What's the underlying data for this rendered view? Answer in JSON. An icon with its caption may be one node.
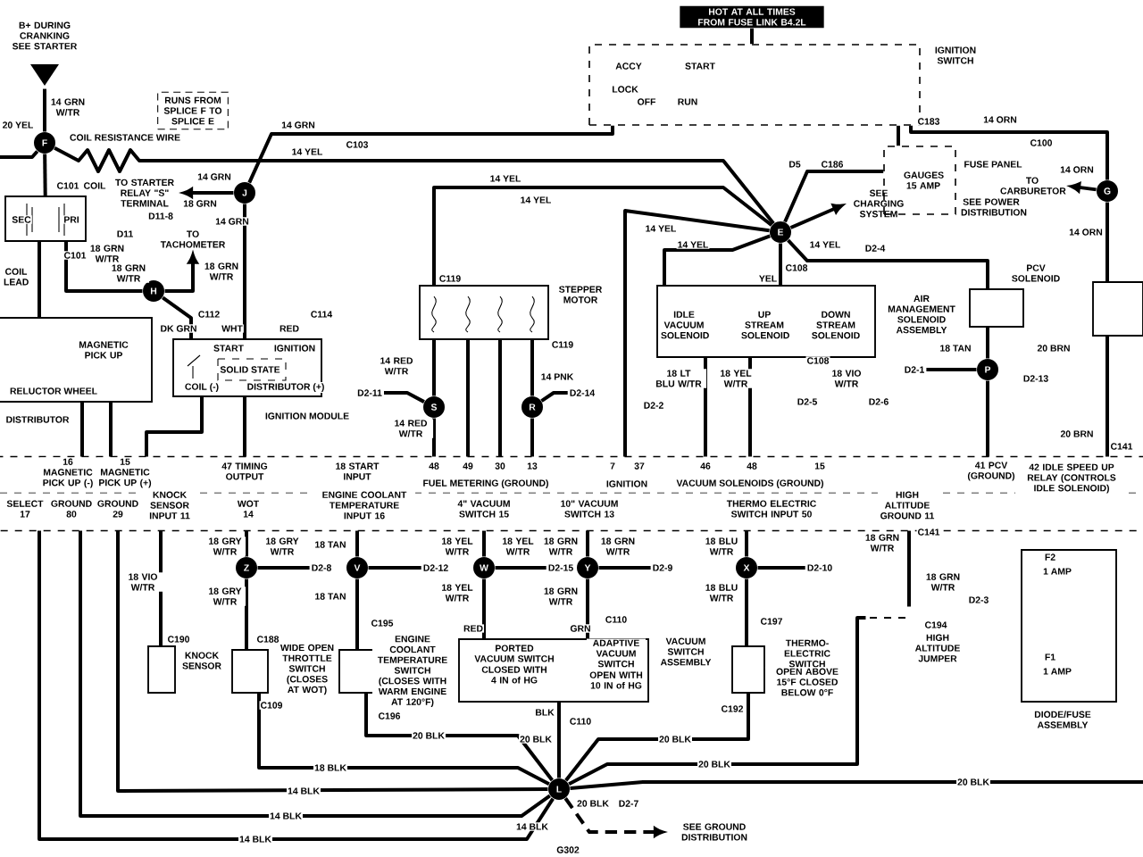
{
  "diagram": {
    "nodes": [
      {
        "text": [
          "B+ DURING CRANKING SEE STARTER"
        ]
      },
      {
        "text": [
          "F"
        ]
      },
      {
        "text": [
          "COIL",
          "SEC",
          "PRI"
        ]
      },
      {
        "text": [
          "TO STARTER RELAY \"S\" TERMINAL"
        ]
      },
      {
        "text": [
          "J"
        ]
      },
      {
        "text": [
          "TO TACHOMETER"
        ]
      },
      {
        "text": [
          "H"
        ]
      },
      {
        "text": [
          "MAGNETIC PICK UP",
          "RELUCTOR WHEEL",
          "DISTRIBUTOR"
        ]
      },
      {
        "text": [
          "START",
          "IGNITION",
          "SOLID STATE",
          "COIL (-)",
          "DISTRIBUTOR (+)",
          "IGNITION MODULE"
        ]
      },
      {
        "text": [
          "HOT AT ALL TIMES FROM FUSE LINK B4.2L"
        ]
      },
      {
        "text": [
          "ACCY",
          "START",
          "LOCK",
          "OFF",
          "RUN",
          "IGNITION SWITCH"
        ]
      },
      {
        "text": [
          "GAUGES 15 AMP",
          "FUSE PANEL",
          "SEE POWER DISTRIBUTION"
        ]
      },
      {
        "text": [
          "E"
        ]
      },
      {
        "text": [
          "SEE CHARGING SYSTEM"
        ]
      },
      {
        "text": [
          "G"
        ]
      },
      {
        "text": [
          "TO CARBURETOR"
        ]
      },
      {
        "text": [
          "STEPPER MOTOR"
        ]
      },
      {
        "text": [
          "IDLE VACUUM SOLENOID",
          "UP STREAM SOLENOID",
          "DOWN STREAM SOLENOID",
          "AIR MANAGEMENT SOLENOID ASSEMBLY"
        ]
      },
      {
        "text": [
          "PCV SOLENOID"
        ]
      },
      {
        "text": [],
        "shape": "box"
      },
      {
        "text": [
          "S"
        ]
      },
      {
        "text": [
          "R"
        ]
      },
      {
        "text": [
          "P"
        ]
      },
      {
        "text": [
          "16 MAGNETIC PICK UP (-)",
          "15 MAGNETIC PICK UP (+)",
          "47 TIMING OUTPUT",
          "18 START INPUT",
          "48",
          "49",
          "30",
          "13",
          "7",
          "37",
          "46",
          "48",
          "15",
          "41 PCV (GROUND)",
          "42 IDLE SPEED UP RELAY (CONTROLS IDLE SOLENOID)",
          "FUEL METERING (GROUND)",
          "IGNITION",
          "VACUUM SOLENOIDS (GROUND)",
          "SELECT 17",
          "GROUND 80",
          "GROUND 29",
          "KNOCK SENSOR INPUT 11",
          "WOT 14",
          "ENGINE COOLANT TEMPERATURE INPUT 16",
          "4\" VACUUM SWITCH 15",
          "10\" VACUUM SWITCH 13",
          "THERMO ELECTRIC SWITCH INPUT 50",
          "HIGH ALTITUDE GROUND 11"
        ]
      },
      {
        "text": [
          "Z"
        ]
      },
      {
        "text": [
          "V"
        ]
      },
      {
        "text": [
          "W"
        ]
      },
      {
        "text": [
          "Y"
        ]
      },
      {
        "text": [
          "X"
        ]
      },
      {
        "text": [
          "KNOCK SENSOR"
        ]
      },
      {
        "text": [
          "WIDE OPEN THROTTLE SWITCH (CLOSES AT WOT)"
        ]
      },
      {
        "text": [
          "ENGINE COOLANT TEMPERATURE SWITCH (CLOSES WITH WARM ENGINE AT 120°F)"
        ]
      },
      {
        "text": [
          "PORTED VACUUM SWITCH",
          "CLOSED WITH 4 IN of HG",
          "ADAPTIVE VACUUM SWITCH",
          "OPEN WITH 10 IN of HG",
          "VACUUM SWITCH ASSEMBLY"
        ]
      },
      {
        "text": [
          "THERMO-ELECTRIC SWITCH",
          "OPEN ABOVE 15°F CLOSED BELOW 0°F"
        ]
      },
      {
        "text": [
          "HIGH ALTITUDE JUMPER"
        ]
      },
      {
        "text": [
          "F2",
          "1 AMP",
          "F1",
          "1 AMP",
          "DIODE/FUSE ASSEMBLY"
        ]
      },
      {
        "text": [
          "L"
        ]
      },
      {
        "text": [
          "SEE GROUND DISTRIBUTION"
        ]
      },
      {
        "text": [
          "RUNS FROM SPLICE F TO SPLICE E"
        ]
      },
      {
        "text": [
          "D2-8"
        ]
      },
      {
        "text": [
          "D2-12"
        ]
      },
      {
        "text": [
          "D2-15"
        ]
      },
      {
        "text": [
          "D2-9"
        ]
      },
      {
        "text": [
          "D2-10"
        ]
      },
      {
        "text": [
          "D2-11"
        ]
      },
      {
        "text": [
          "D2-14"
        ]
      },
      {
        "text": [
          "D2-1"
        ]
      }
    ],
    "edges": [
      {
        "from": 0,
        "to": 1,
        "arrow": "none"
      },
      {
        "from": 1,
        "to": 2,
        "arrow": "none"
      },
      {
        "from": 1,
        "to": 12,
        "arrow": "none"
      },
      {
        "from": 4,
        "to": 3,
        "arrow": "to"
      },
      {
        "from": 4,
        "to": 10,
        "arrow": "none"
      },
      {
        "from": 4,
        "to": 8,
        "arrow": "none"
      },
      {
        "from": 2,
        "to": 6,
        "arrow": "none"
      },
      {
        "from": 6,
        "to": 5,
        "arrow": "to"
      },
      {
        "from": 6,
        "to": 8,
        "arrow": "none"
      },
      {
        "from": 2,
        "to": 7,
        "arrow": "none"
      },
      {
        "from": 7,
        "to": 23,
        "arrow": "none"
      },
      {
        "from": 7,
        "to": 23,
        "arrow": "none"
      },
      {
        "from": 8,
        "to": 23,
        "arrow": "none"
      },
      {
        "from": 8,
        "to": 23,
        "arrow": "none"
      },
      {
        "from": 9,
        "to": 10,
        "arrow": "none"
      },
      {
        "from": 10,
        "to": 11,
        "arrow": "none"
      },
      {
        "from": 10,
        "to": 14,
        "arrow": "none"
      },
      {
        "from": 14,
        "to": 15,
        "arrow": "to"
      },
      {
        "from": 14,
        "to": 19,
        "arrow": "none"
      },
      {
        "from": 11,
        "to": 12,
        "arrow": "none"
      },
      {
        "from": 12,
        "to": 13,
        "arrow": "to"
      },
      {
        "from": 12,
        "to": 16,
        "arrow": "none"
      },
      {
        "from": 12,
        "to": 17,
        "arrow": "none"
      },
      {
        "from": 12,
        "to": 17,
        "arrow": "none"
      },
      {
        "from": 12,
        "to": 18,
        "arrow": "none"
      },
      {
        "from": 16,
        "to": 20,
        "arrow": "none"
      },
      {
        "from": 16,
        "to": 21,
        "arrow": "none"
      },
      {
        "from": 20,
        "to": 23,
        "arrow": "none"
      },
      {
        "from": 21,
        "to": 23,
        "arrow": "none"
      },
      {
        "from": 16,
        "to": 23,
        "arrow": "none"
      },
      {
        "from": 16,
        "to": 23,
        "arrow": "none"
      },
      {
        "from": 17,
        "to": 23,
        "arrow": "none"
      },
      {
        "from": 17,
        "to": 23,
        "arrow": "none"
      },
      {
        "from": 12,
        "to": 23,
        "arrow": "none"
      },
      {
        "from": 18,
        "to": 22,
        "arrow": "none"
      },
      {
        "from": 22,
        "to": 23,
        "arrow": "none"
      },
      {
        "from": 19,
        "to": 23,
        "arrow": "none"
      },
      {
        "from": 23,
        "to": 24,
        "arrow": "none"
      },
      {
        "from": 24,
        "to": 30,
        "arrow": "none"
      },
      {
        "from": 23,
        "to": 25,
        "arrow": "none"
      },
      {
        "from": 25,
        "to": 31,
        "arrow": "none"
      },
      {
        "from": 23,
        "to": 26,
        "arrow": "none"
      },
      {
        "from": 26,
        "to": 32,
        "arrow": "none"
      },
      {
        "from": 23,
        "to": 27,
        "arrow": "none"
      },
      {
        "from": 27,
        "to": 32,
        "arrow": "none"
      },
      {
        "from": 23,
        "to": 28,
        "arrow": "none"
      },
      {
        "from": 28,
        "to": 33,
        "arrow": "none"
      },
      {
        "from": 23,
        "to": 29,
        "arrow": "none"
      },
      {
        "from": 23,
        "to": 34,
        "arrow": "none"
      },
      {
        "from": 34,
        "to": 36,
        "arrow": "none"
      },
      {
        "from": 30,
        "to": 36,
        "arrow": "none"
      },
      {
        "from": 31,
        "to": 36,
        "arrow": "none"
      },
      {
        "from": 32,
        "to": 36,
        "arrow": "none"
      },
      {
        "from": 33,
        "to": 36,
        "arrow": "none"
      },
      {
        "from": 23,
        "to": 36,
        "arrow": "none"
      },
      {
        "from": 23,
        "to": 36,
        "arrow": "none"
      },
      {
        "from": 23,
        "to": 36,
        "arrow": "none"
      },
      {
        "from": 36,
        "to": 37,
        "arrow": "to",
        "style": "dashed"
      },
      {
        "from": 36,
        "to": null,
        "arrow": "none"
      },
      {
        "from": 1,
        "to": null,
        "arrow": "none"
      },
      {
        "from": 24,
        "to": 39,
        "arrow": "none"
      },
      {
        "from": 25,
        "to": 40,
        "arrow": "none"
      },
      {
        "from": 26,
        "to": 41,
        "arrow": "none"
      },
      {
        "from": 27,
        "to": 42,
        "arrow": "none"
      },
      {
        "from": 28,
        "to": 43,
        "arrow": "none"
      },
      {
        "from": 20,
        "to": 44,
        "arrow": "none"
      },
      {
        "from": 21,
        "to": 45,
        "arrow": "none"
      },
      {
        "from": 22,
        "to": 46,
        "arrow": "none"
      }
    ],
    "labels": [
      "14 GRN W/TR",
      "COIL RESISTANCE WIRE",
      "20 YEL",
      "C101",
      "14 GRN",
      "18 GRN",
      "D11-8",
      "14 GRN",
      "D11",
      "C101",
      "18 GRN W/TR",
      "COIL LEAD",
      "18 GRN W/TR",
      "18 GRN W/TR",
      "C112",
      "DK GRN",
      "WHT",
      "RED",
      "C114",
      "14 GRN",
      "C103",
      "14 YEL",
      "14 YEL",
      "14 YEL",
      "14 YEL",
      "14 YEL",
      "C183",
      "14 ORN",
      "C100",
      "14 ORN",
      "14 ORN",
      "D5",
      "C186",
      "14 YEL",
      "D2-4",
      "C119",
      "C119",
      "14 RED W/TR",
      "14 PNK",
      "14 RED W/TR",
      "C108",
      "YEL",
      "18 LT BLU W/TR",
      "D2-2",
      "18 YEL W/TR",
      "D2-5",
      "18 VIO W/TR",
      "D2-6",
      "C108",
      "18 TAN",
      "20 BRN",
      "D2-13",
      "20 BRN",
      "C141",
      "18 GRY W/TR",
      "18 GRY W/TR",
      "18 TAN",
      "18 YEL W/TR",
      "18 YEL W/TR",
      "18 GRN W/TR",
      "18 GRN W/TR",
      "18 BLU W/TR",
      "18 GRN W/TR",
      "C141",
      "18 VIO W/TR",
      "18 GRY W/TR",
      "18 TAN",
      "18 YEL W/TR",
      "18 GRN W/TR",
      "18 BLU W/TR",
      "18 GRN W/TR",
      "D2-3",
      "C190",
      "C188",
      "C195",
      "RED",
      "GRN",
      "C110",
      "C197",
      "C194",
      "C109",
      "C196",
      "BLK",
      "C110",
      "C192",
      "20 BLK",
      "20 BLK",
      "20 BLK",
      "18 BLK",
      "20 BLK",
      "14 BLK",
      "20 BLK",
      "14 BLK",
      "20 BLK",
      "D2-7",
      "14 BLK",
      "14 BLK",
      "G302"
    ]
  }
}
